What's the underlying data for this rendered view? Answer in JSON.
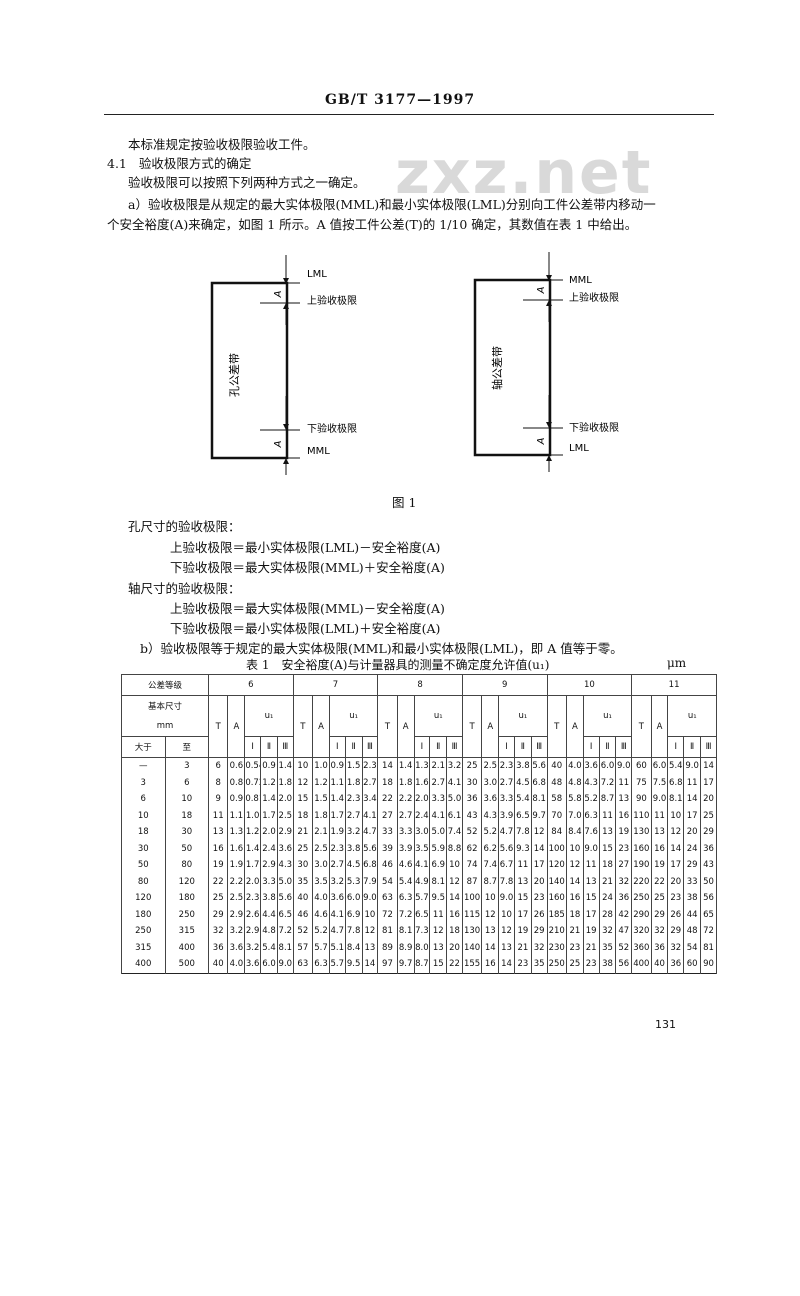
{
  "header": "GB/T 3177—1997",
  "watermark": "zxz.net",
  "intro": "本标准规定按验收极限验收工件。",
  "section": {
    "number": "4.1",
    "title": "验收极限方式的确定"
  },
  "para1": "验收极限可以按照下列两种方式之一确定。",
  "para_a1": "a）验收极限是从规定的最大实体极限(MML)和最小实体极限(LML)分别向工件公差带内移动一",
  "para_a2": "个安全裕度(A)来确定，如图 1 所示。A 值按工件公差(T)的 1/10 确定，其数值在表 1 中给出。",
  "figure": {
    "caption": "图 1",
    "hole": {
      "band": "孔公差带",
      "top_limit": "LML",
      "upper_accept": "上验收极限",
      "lower_accept": "下验收极限",
      "bottom_limit": "MML",
      "a": "A"
    },
    "shaft": {
      "band": "轴公差带",
      "top_limit": "MML",
      "upper_accept": "上验收极限",
      "lower_accept": "下验收极限",
      "bottom_limit": "LML",
      "a": "A"
    }
  },
  "hole_title": "孔尺寸的验收极限：",
  "hole_upper": "上验收极限＝最小实体极限(LML)－安全裕度(A)",
  "hole_lower": "下验收极限＝最大实体极限(MML)＋安全裕度(A)",
  "shaft_title": "轴尺寸的验收极限：",
  "shaft_upper": "上验收极限＝最大实体极限(MML)－安全裕度(A)",
  "shaft_lower": "下验收极限＝最小实体极限(LML)＋安全裕度(A)",
  "para_b": "b）验收极限等于规定的最大实体极限(MML)和最小实体极限(LML)，即 A 值等于零。",
  "table": {
    "title": "表 1　安全裕度(A)与计量器具的测量不确定度允许值(u₁)",
    "unit": "μm",
    "head_grade": "公差等级",
    "head_size": "基本尺寸",
    "head_mm": "mm",
    "head_over": "大于",
    "head_to": "至",
    "head_T": "T",
    "head_A": "A",
    "head_u1": "u₁",
    "head_I": "Ⅰ",
    "head_II": "Ⅱ",
    "head_III": "Ⅲ",
    "grades": [
      "6",
      "7",
      "8",
      "9",
      "10",
      "11"
    ],
    "rows": [
      {
        "over": "—",
        "to": "3",
        "vals": [
          [
            "6",
            "0.6",
            "0.54",
            "0.9",
            "1.4"
          ],
          [
            "10",
            "1.0",
            "0.9",
            "1.5",
            "2.3"
          ],
          [
            "14",
            "1.4",
            "1.3",
            "2.1",
            "3.2"
          ],
          [
            "25",
            "2.5",
            "2.3",
            "3.8",
            "5.6"
          ],
          [
            "40",
            "4.0",
            "3.6",
            "6.0",
            "9.0"
          ],
          [
            "60",
            "6.0",
            "5.4",
            "9.0",
            "14"
          ]
        ]
      },
      {
        "over": "3",
        "to": "6",
        "vals": [
          [
            "8",
            "0.8",
            "0.72",
            "1.2",
            "1.8"
          ],
          [
            "12",
            "1.2",
            "1.1",
            "1.8",
            "2.7"
          ],
          [
            "18",
            "1.8",
            "1.6",
            "2.7",
            "4.1"
          ],
          [
            "30",
            "3.0",
            "2.7",
            "4.5",
            "6.8"
          ],
          [
            "48",
            "4.8",
            "4.3",
            "7.2",
            "11"
          ],
          [
            "75",
            "7.5",
            "6.8",
            "11",
            "17"
          ]
        ]
      },
      {
        "over": "6",
        "to": "10",
        "vals": [
          [
            "9",
            "0.9",
            "0.81",
            "1.4",
            "2.0"
          ],
          [
            "15",
            "1.5",
            "1.4",
            "2.3",
            "3.4"
          ],
          [
            "22",
            "2.2",
            "2.0",
            "3.3",
            "5.0"
          ],
          [
            "36",
            "3.6",
            "3.3",
            "5.4",
            "8.1"
          ],
          [
            "58",
            "5.8",
            "5.2",
            "8.7",
            "13"
          ],
          [
            "90",
            "9.0",
            "8.1",
            "14",
            "20"
          ]
        ]
      },
      {
        "over": "10",
        "to": "18",
        "vals": [
          [
            "11",
            "1.1",
            "1.0",
            "1.7",
            "2.5"
          ],
          [
            "18",
            "1.8",
            "1.7",
            "2.7",
            "4.1"
          ],
          [
            "27",
            "2.7",
            "2.4",
            "4.1",
            "6.1"
          ],
          [
            "43",
            "4.3",
            "3.9",
            "6.5",
            "9.7"
          ],
          [
            "70",
            "7.0",
            "6.3",
            "11",
            "16"
          ],
          [
            "110",
            "11",
            "10",
            "17",
            "25"
          ]
        ]
      },
      {
        "over": "18",
        "to": "30",
        "vals": [
          [
            "13",
            "1.3",
            "1.2",
            "2.0",
            "2.9"
          ],
          [
            "21",
            "2.1",
            "1.9",
            "3.2",
            "4.7"
          ],
          [
            "33",
            "3.3",
            "3.0",
            "5.0",
            "7.4"
          ],
          [
            "52",
            "5.2",
            "4.7",
            "7.8",
            "12"
          ],
          [
            "84",
            "8.4",
            "7.6",
            "13",
            "19"
          ],
          [
            "130",
            "13",
            "12",
            "20",
            "29"
          ]
        ]
      },
      {
        "over": "30",
        "to": "50",
        "vals": [
          [
            "16",
            "1.6",
            "1.4",
            "2.4",
            "3.6"
          ],
          [
            "25",
            "2.5",
            "2.3",
            "3.8",
            "5.6"
          ],
          [
            "39",
            "3.9",
            "3.5",
            "5.9",
            "8.8"
          ],
          [
            "62",
            "6.2",
            "5.6",
            "9.3",
            "14"
          ],
          [
            "100",
            "10",
            "9.0",
            "15",
            "23"
          ],
          [
            "160",
            "16",
            "14",
            "24",
            "36"
          ]
        ]
      },
      {
        "over": "50",
        "to": "80",
        "vals": [
          [
            "19",
            "1.9",
            "1.7",
            "2.9",
            "4.3"
          ],
          [
            "30",
            "3.0",
            "2.7",
            "4.5",
            "6.8"
          ],
          [
            "46",
            "4.6",
            "4.1",
            "6.9",
            "10"
          ],
          [
            "74",
            "7.4",
            "6.7",
            "11",
            "17"
          ],
          [
            "120",
            "12",
            "11",
            "18",
            "27"
          ],
          [
            "190",
            "19",
            "17",
            "29",
            "43"
          ]
        ]
      },
      {
        "over": "80",
        "to": "120",
        "vals": [
          [
            "22",
            "2.2",
            "2.0",
            "3.3",
            "5.0"
          ],
          [
            "35",
            "3.5",
            "3.2",
            "5.3",
            "7.9"
          ],
          [
            "54",
            "5.4",
            "4.9",
            "8.1",
            "12"
          ],
          [
            "87",
            "8.7",
            "7.8",
            "13",
            "20"
          ],
          [
            "140",
            "14",
            "13",
            "21",
            "32"
          ],
          [
            "220",
            "22",
            "20",
            "33",
            "50"
          ]
        ]
      },
      {
        "over": "120",
        "to": "180",
        "vals": [
          [
            "25",
            "2.5",
            "2.3",
            "3.8",
            "5.6"
          ],
          [
            "40",
            "4.0",
            "3.6",
            "6.0",
            "9.0"
          ],
          [
            "63",
            "6.3",
            "5.7",
            "9.5",
            "14"
          ],
          [
            "100",
            "10",
            "9.0",
            "15",
            "23"
          ],
          [
            "160",
            "16",
            "15",
            "24",
            "36"
          ],
          [
            "250",
            "25",
            "23",
            "38",
            "56"
          ]
        ]
      },
      {
        "over": "180",
        "to": "250",
        "vals": [
          [
            "29",
            "2.9",
            "2.6",
            "4.4",
            "6.5"
          ],
          [
            "46",
            "4.6",
            "4.1",
            "6.9",
            "10"
          ],
          [
            "72",
            "7.2",
            "6.5",
            "11",
            "16"
          ],
          [
            "115",
            "12",
            "10",
            "17",
            "26"
          ],
          [
            "185",
            "18",
            "17",
            "28",
            "42"
          ],
          [
            "290",
            "29",
            "26",
            "44",
            "65"
          ]
        ]
      },
      {
        "over": "250",
        "to": "315",
        "vals": [
          [
            "32",
            "3.2",
            "2.9",
            "4.8",
            "7.2"
          ],
          [
            "52",
            "5.2",
            "4.7",
            "7.8",
            "12"
          ],
          [
            "81",
            "8.1",
            "7.3",
            "12",
            "18"
          ],
          [
            "130",
            "13",
            "12",
            "19",
            "29"
          ],
          [
            "210",
            "21",
            "19",
            "32",
            "47"
          ],
          [
            "320",
            "32",
            "29",
            "48",
            "72"
          ]
        ]
      },
      {
        "over": "315",
        "to": "400",
        "vals": [
          [
            "36",
            "3.6",
            "3.2",
            "5.4",
            "8.1"
          ],
          [
            "57",
            "5.7",
            "5.1",
            "8.4",
            "13"
          ],
          [
            "89",
            "8.9",
            "8.0",
            "13",
            "20"
          ],
          [
            "140",
            "14",
            "13",
            "21",
            "32"
          ],
          [
            "230",
            "23",
            "21",
            "35",
            "52"
          ],
          [
            "360",
            "36",
            "32",
            "54",
            "81"
          ]
        ]
      },
      {
        "over": "400",
        "to": "500",
        "vals": [
          [
            "40",
            "4.0",
            "3.6",
            "6.0",
            "9.0"
          ],
          [
            "63",
            "6.3",
            "5.7",
            "9.5",
            "14"
          ],
          [
            "97",
            "9.7",
            "8.7",
            "15",
            "22"
          ],
          [
            "155",
            "16",
            "14",
            "23",
            "35"
          ],
          [
            "250",
            "25",
            "23",
            "38",
            "56"
          ],
          [
            "400",
            "40",
            "36",
            "60",
            "90"
          ]
        ]
      }
    ]
  },
  "page_number": "131"
}
